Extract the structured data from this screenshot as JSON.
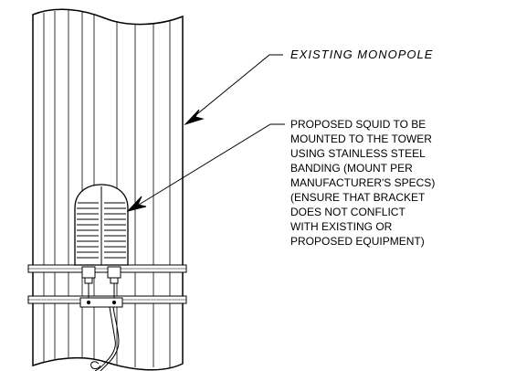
{
  "annotations": {
    "monopole_label": "EXISTING MONOPOLE",
    "squid_note": [
      "PROPOSED SQUID TO BE",
      "MOUNTED TO THE TOWER",
      "USING STAINLESS STEEL",
      "BANDING (MOUNT PER",
      "MANUFACTURER'S SPECS)",
      "(ENSURE THAT BRACKET",
      "DOES NOT CONFLICT",
      "WITH EXISTING OR",
      "PROPOSED EQUIPMENT)"
    ]
  },
  "colors": {
    "line": "#000000",
    "background": "#ffffff"
  }
}
